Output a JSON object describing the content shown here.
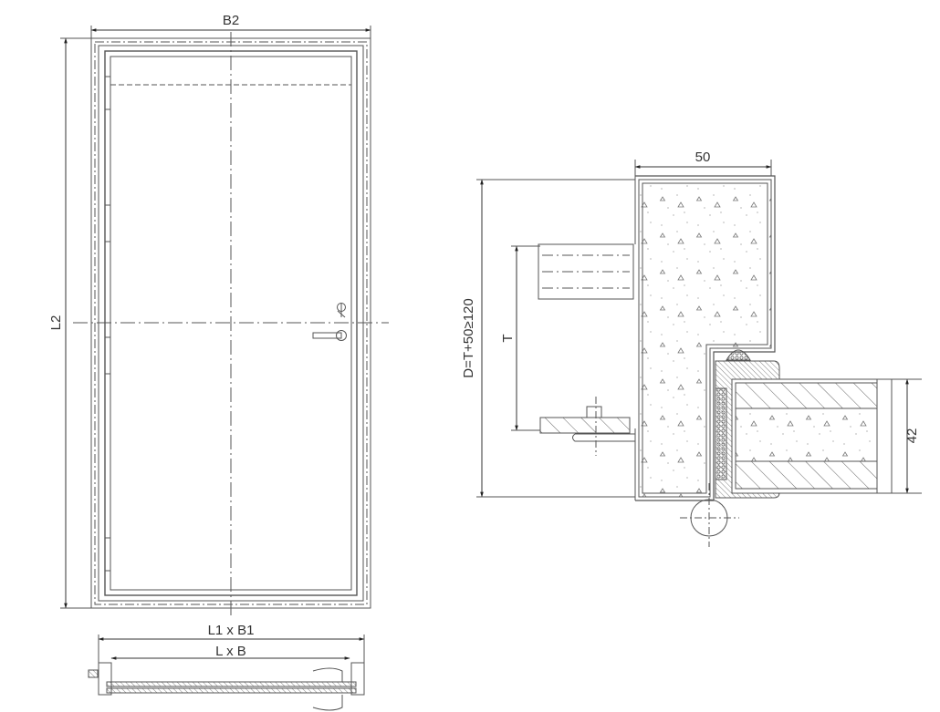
{
  "labels": {
    "front_width": "B2",
    "front_height": "L2",
    "section_outer": "L1 x B1",
    "section_inner": "L x B",
    "frame_width": "50",
    "wall_depth": "D=T+50≥120",
    "wall_thickness": "T",
    "leaf_thickness": "42"
  },
  "colors": {
    "line": "#555555",
    "text": "#333333",
    "background": "#ffffff"
  }
}
